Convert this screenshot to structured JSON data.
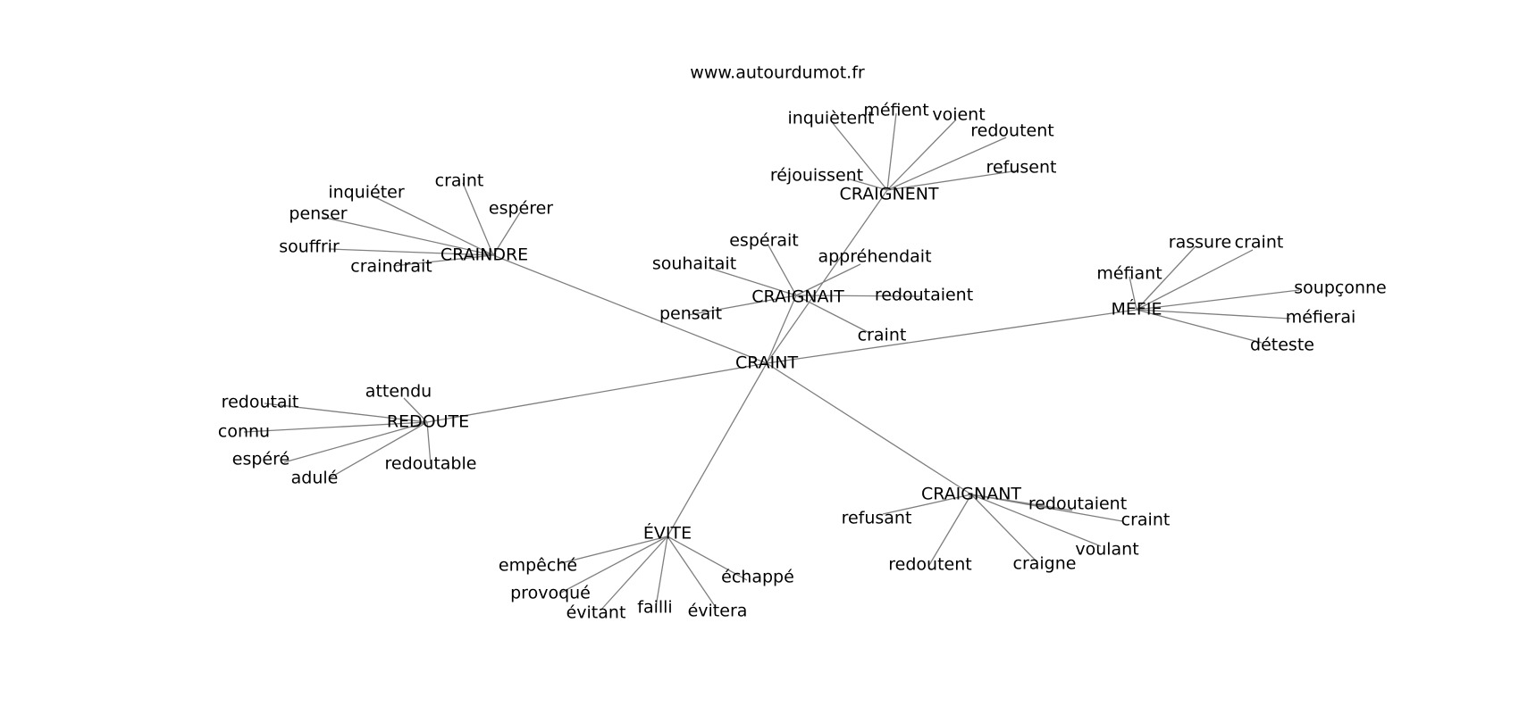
{
  "source_credit": "www.autourdumot.fr",
  "graph": {
    "center": "CRAINT",
    "hubs": [
      {
        "label": "CRAINDRE",
        "words": [
          "craint",
          "inquiéter",
          "espérer",
          "penser",
          "souffrir",
          "craindrait"
        ]
      },
      {
        "label": "CRAIGNENT",
        "words": [
          "inquiètent",
          "méfient",
          "voient",
          "redoutent",
          "réjouissent",
          "refusent"
        ]
      },
      {
        "label": "CRAIGNAIT",
        "words": [
          "espérait",
          "souhaitait",
          "appréhendait",
          "redoutaient",
          "pensait",
          "craint"
        ]
      },
      {
        "label": "MÉFIE",
        "words": [
          "rassure",
          "craint",
          "méfiant",
          "soupçonne",
          "méfierai",
          "déteste"
        ]
      },
      {
        "label": "REDOUTE",
        "words": [
          "attendu",
          "redoutait",
          "connu",
          "espéré",
          "adulé",
          "redoutable"
        ]
      },
      {
        "label": "CRAIGNANT",
        "words": [
          "refusant",
          "redoutaient",
          "craint",
          "voulant",
          "redoutent",
          "craigne"
        ]
      },
      {
        "label": "ÉVITE",
        "words": [
          "empêché",
          "provoqué",
          "évitant",
          "failli",
          "évitera",
          "échappé"
        ]
      }
    ]
  }
}
